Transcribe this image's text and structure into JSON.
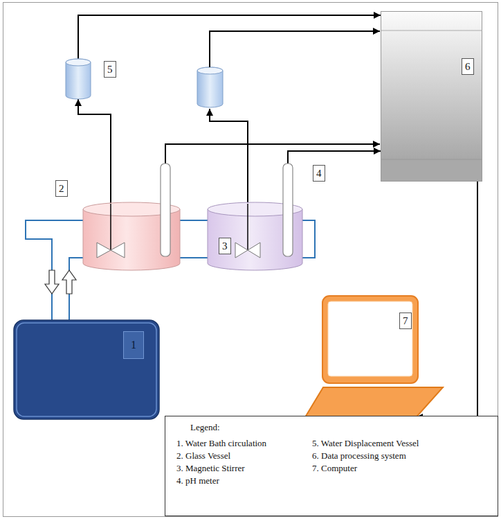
{
  "diagram": {
    "nodes": [
      {
        "text": [
          "1"
        ]
      },
      {
        "text": [
          "2"
        ]
      },
      {
        "text": [
          "3"
        ]
      },
      {
        "text": [
          "5"
        ]
      },
      {
        "text": [
          "4"
        ]
      },
      {
        "text": [
          "6"
        ]
      },
      {
        "text": [
          "7"
        ]
      }
    ],
    "edges": [
      {
        "from": 1,
        "to": 3,
        "arrow": "to"
      },
      {
        "from": 3,
        "to": 5,
        "arrow": "to"
      },
      {
        "from": 4,
        "to": 5,
        "arrow": "to"
      },
      {
        "from": 5,
        "to": 6,
        "arrow": "to"
      },
      {
        "from": 1,
        "to": 0,
        "arrow": "none"
      },
      {
        "from": 0,
        "to": 2,
        "arrow": "none"
      },
      {
        "from": 1,
        "to": 2,
        "arrow": "none"
      }
    ],
    "labels": [
      "Legend:"
    ],
    "legend": [
      {
        "text": "1. Water Bath circulation"
      },
      {
        "text": "2. Glass Vessel"
      },
      {
        "text": "3. Magnetic Stirrer"
      },
      {
        "text": "4. pH meter"
      },
      {
        "text": "5. Water Displacement Vessel"
      },
      {
        "text": "6. Data processing system"
      },
      {
        "text": "7. Computer"
      }
    ]
  }
}
